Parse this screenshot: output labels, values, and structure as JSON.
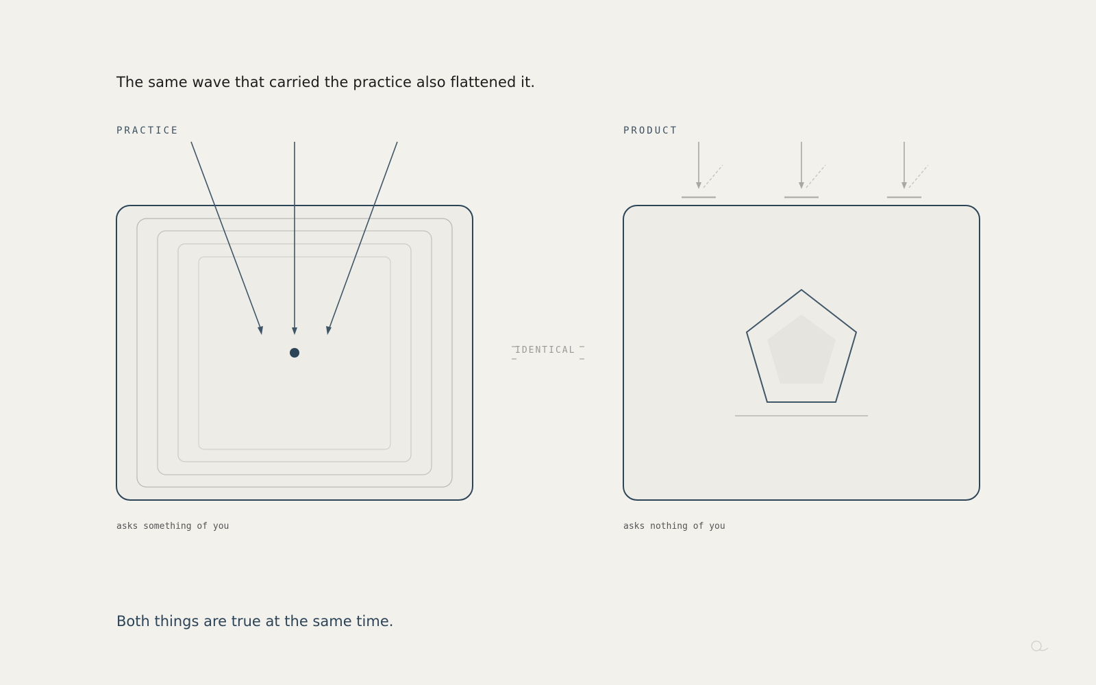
{
  "headline": "The same wave that carried the practice also flattened it.",
  "practice": {
    "label": "PRACTICE",
    "caption": "asks something of you"
  },
  "product": {
    "label": "PRODUCT",
    "caption": "asks nothing of you"
  },
  "divider": {
    "label": "IDENTICAL"
  },
  "footer": "Both things are true at the same time.",
  "colors": {
    "background": "#f2f1ec",
    "panel_fill": "#edece7",
    "ink": "#2c4458",
    "muted": "#b3b2ad"
  }
}
